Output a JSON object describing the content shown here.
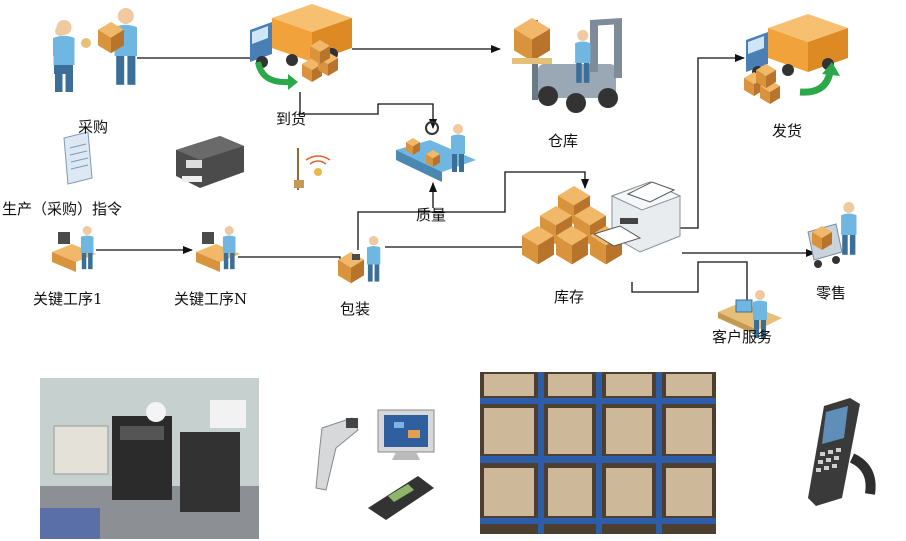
{
  "labels": {
    "purchase": "采购",
    "arrival": "到货",
    "warehouse": "仓库",
    "shipping": "发货",
    "production_order": "生产（采购）指令",
    "quality": "质量",
    "key_process_1": "关键工序1",
    "key_process_n": "关键工序N",
    "packing": "包装",
    "inventory": "库存",
    "retail": "零售",
    "customer_service": "客户服务"
  },
  "colors": {
    "box": "#d9933c",
    "box_dark": "#b8742a",
    "truck": "#f2a23a",
    "person_shirt": "#6fb7e0",
    "person_pants": "#3b6f98",
    "green_arrow": "#2aa84a",
    "line": "#111111",
    "forklift": "#9aa8b6"
  },
  "icons": [
    "people-handshake-icon",
    "truck-delivery-icon",
    "forklift-icon",
    "truck-shipping-icon",
    "document-icon",
    "label-printer-icon",
    "rfid-antenna-icon",
    "quality-inspection-icon",
    "workstation-icon",
    "packing-station-icon",
    "box-stack-icon",
    "printer-icon",
    "shopping-cart-icon",
    "customer-service-icon",
    "barcode-scanner-icon",
    "computer-monitor-icon",
    "handheld-terminal-icon"
  ]
}
